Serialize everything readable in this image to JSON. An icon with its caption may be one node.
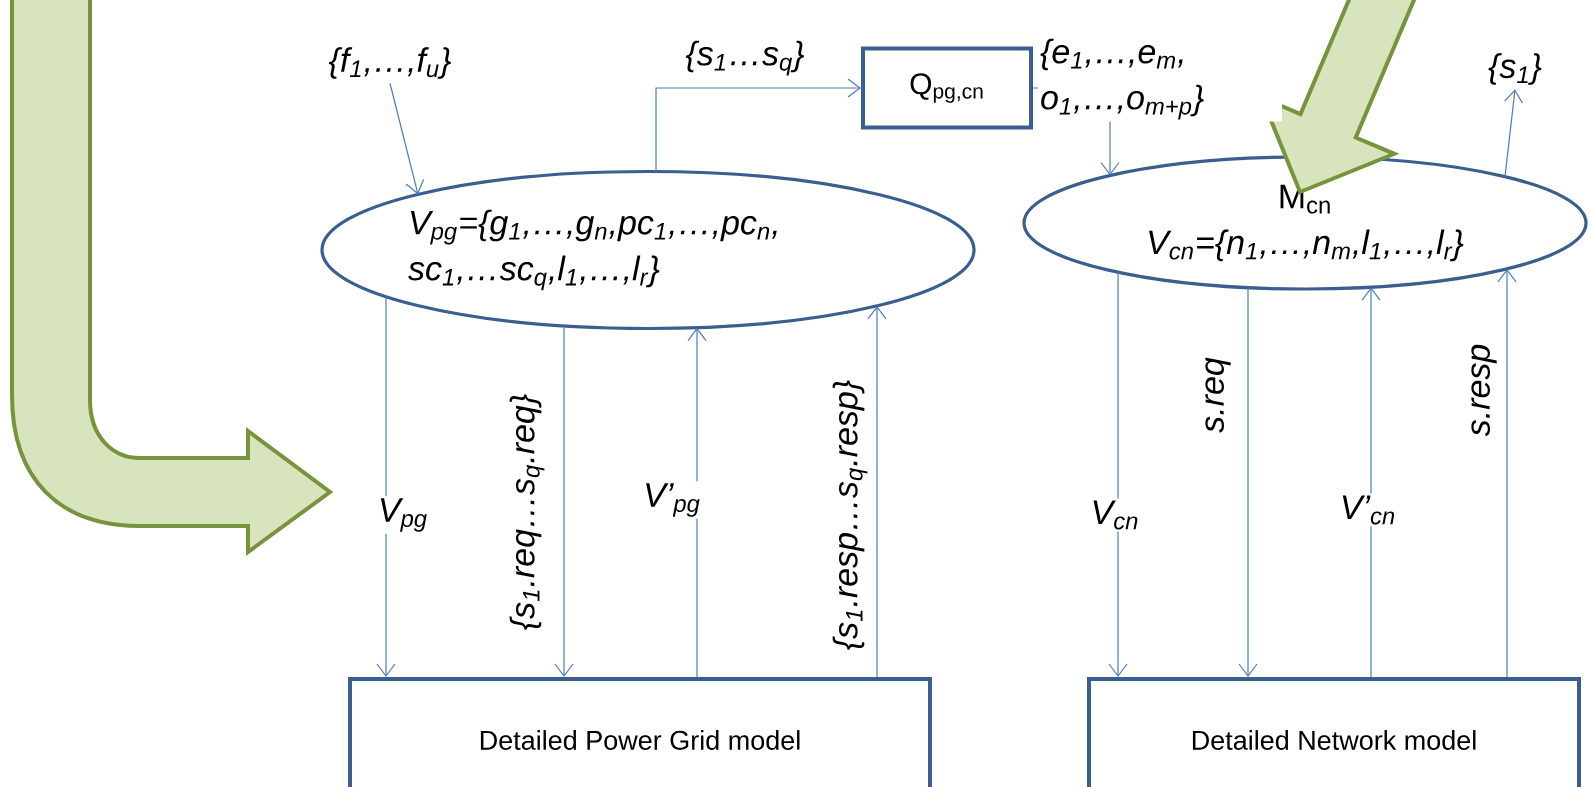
{
  "diagram": {
    "nodes": [
      {
        "text": [
          "V$_{pg}$={g$_{1}$,…,g$_{n}$,pc$_{1}$,…,pc$_{n}$, sc$_{1}$,…sc$_{q}$,l$_{1}$,…,l$_{r}$}"
        ]
      },
      {
        "text": [
          "Q$_{pg,cn}$"
        ]
      },
      {
        "text": [
          "M$_{cn}$",
          "V$_{cn}$={n$_{1}$,…,n$_{m}$,l$_{1}$,…,l$_{r}$}"
        ]
      },
      {
        "text": [
          "Detailed Power Grid model"
        ]
      },
      {
        "text": [
          "Detailed Network model"
        ]
      },
      {
        "text": [
          "{f$_{1}$,…,f$_{u}$}"
        ]
      },
      {
        "text": [
          "{s$_{1}$}"
        ]
      }
    ],
    "edges": [
      {
        "from": 5,
        "to": 0,
        "arrow": "to"
      },
      {
        "from": 0,
        "to": 1,
        "arrow": "to",
        "label": "{s$_{1}$…s$_{q}$}"
      },
      {
        "from": 1,
        "to": 2,
        "arrow": "to",
        "label": "{e$_{1}$,…,e$_{m}$, o$_{1}$,…,o$_{m+p}$}"
      },
      {
        "from": 2,
        "to": 6,
        "arrow": "to"
      },
      {
        "from": 0,
        "to": 3,
        "arrow": "to",
        "label": "V$_{pg}$"
      },
      {
        "from": 0,
        "to": 3,
        "arrow": "to",
        "label": "{s$_{1}$.req…s$_{q}$.req}"
      },
      {
        "from": 3,
        "to": 0,
        "arrow": "to",
        "label": "V’$_{pg}$"
      },
      {
        "from": 3,
        "to": 0,
        "arrow": "to",
        "label": "{s$_{1}$.resp…s$_{q}$.resp}"
      },
      {
        "from": 2,
        "to": 4,
        "arrow": "to",
        "label": "V$_{cn}$"
      },
      {
        "from": 2,
        "to": 4,
        "arrow": "to",
        "label": "s.req"
      },
      {
        "from": 4,
        "to": 2,
        "arrow": "to",
        "label": "V’$_{cn}$"
      },
      {
        "from": 4,
        "to": 2,
        "arrow": "to",
        "label": "s.resp"
      },
      {
        "from": null,
        "to": 2,
        "arrow": "to",
        "style": "thick",
        "color": "#77933c"
      }
    ]
  }
}
